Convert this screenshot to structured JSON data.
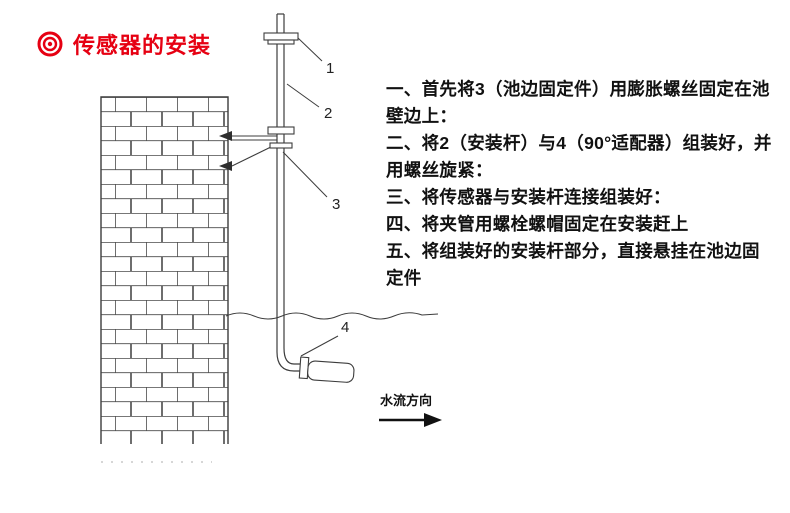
{
  "header": {
    "title": "传感器的安装"
  },
  "diagram": {
    "part_labels": {
      "p1": "1",
      "p2": "2",
      "p3": "3",
      "p4": "4"
    },
    "flow_label": "水流方向"
  },
  "instructions": {
    "lines": [
      "一、首先将3（池边固定件）用膨胀螺丝固定在池壁边上：",
      "二、将2（安装杆）与4（90°适配器）组装好，并用螺丝旋紧：",
      "三、将传感器与安装杆连接组装好：",
      "四、将夹管用螺栓螺帽固定在安装赶上",
      "五、将组装好的安装杆部分，直接悬挂在池边固定件"
    ]
  },
  "colors": {
    "accent": "#e60012",
    "line": "#3c3c3c"
  }
}
